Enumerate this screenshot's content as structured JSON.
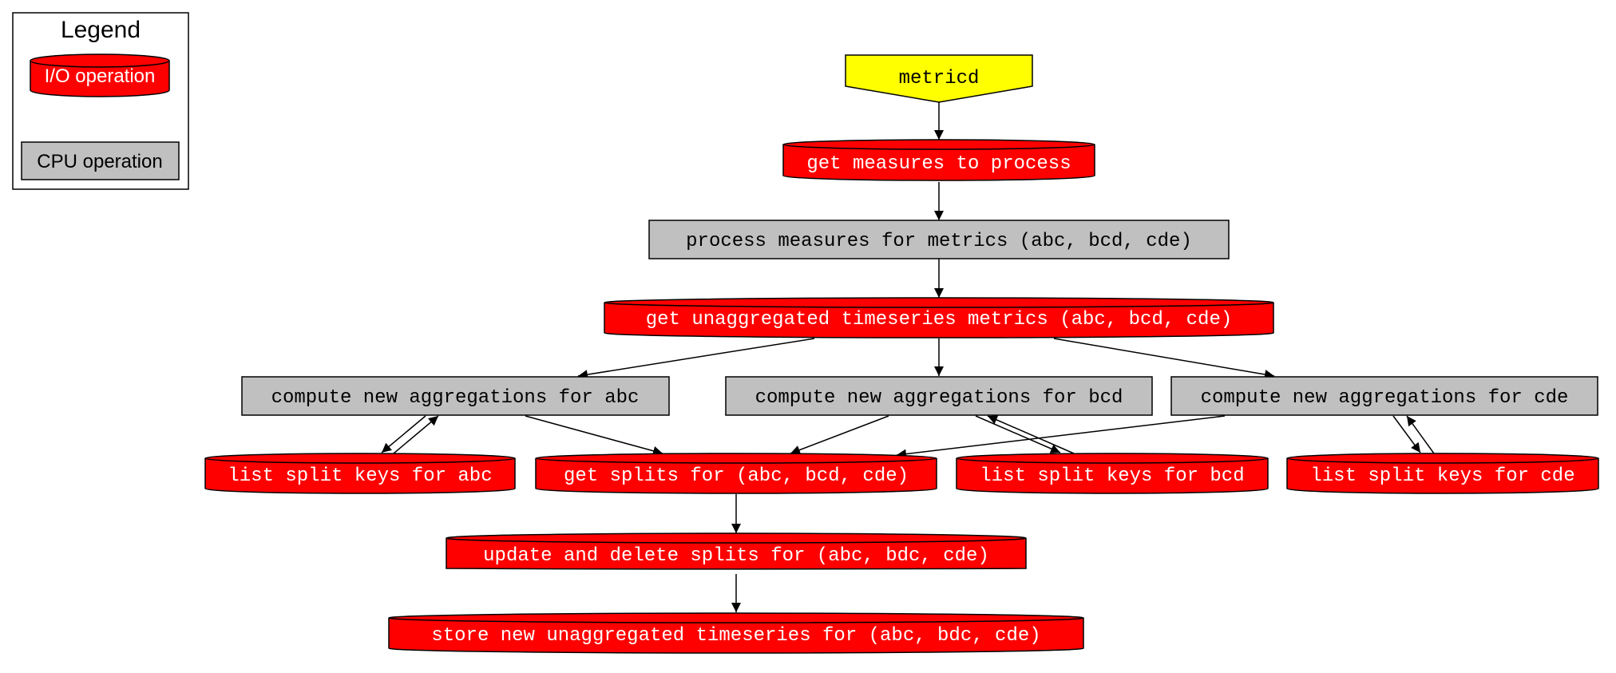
{
  "legend": {
    "title": "Legend",
    "io_label": "I/O operation",
    "cpu_label": "CPU operation"
  },
  "colors": {
    "io_fill": "#ff0000",
    "cpu_fill": "#c0c0c0",
    "start_fill": "#ffff00",
    "io_text": "#ffffff",
    "cpu_text": "#000000",
    "stroke": "#000000"
  },
  "nodes": {
    "metricd": "metricd",
    "get_measures": "get measures to process",
    "process_measures": "process measures for metrics (abc, bcd, cde)",
    "get_unaggregated": "get unaggregated timeseries metrics (abc, bcd, cde)",
    "compute_abc": "compute new aggregations for abc",
    "compute_bcd": "compute new aggregations for bcd",
    "compute_cde": "compute new aggregations for cde",
    "list_split_abc": "list split keys for abc",
    "get_splits": "get splits for (abc, bcd, cde)",
    "list_split_bcd": "list split keys for bcd",
    "list_split_cde": "list split keys for cde",
    "update_delete": "update and delete splits for (abc, bdc, cde)",
    "store_new": "store new unaggregated timeseries for (abc, bdc, cde)"
  }
}
